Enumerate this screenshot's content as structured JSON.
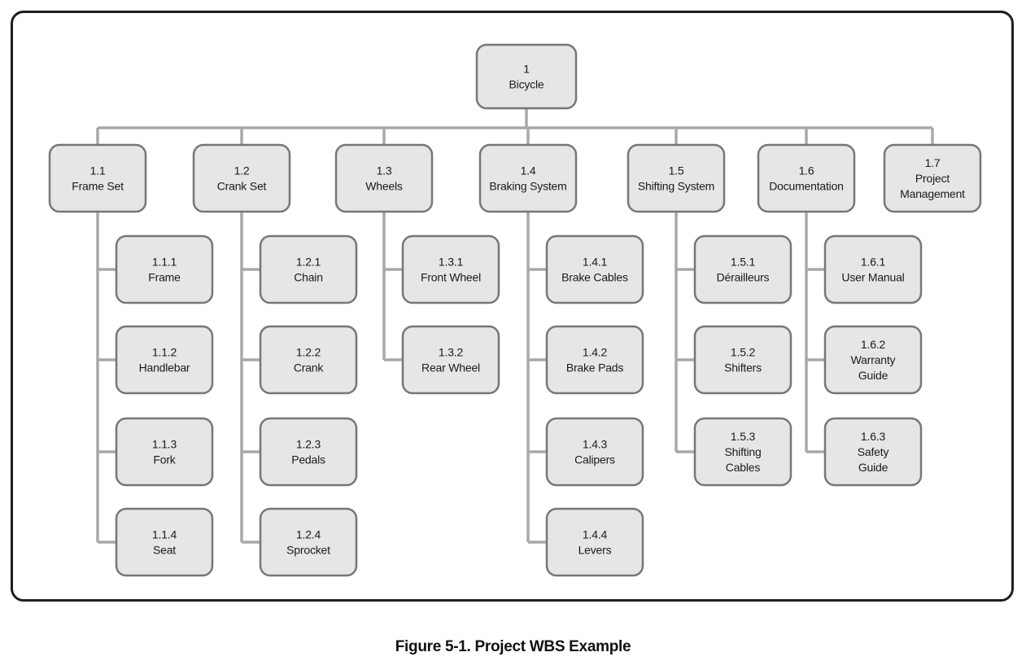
{
  "caption": "Figure 5-1. Project WBS Example",
  "colors": {
    "box_fill": "#e6e6e6",
    "box_border": "#777777",
    "connector": "#a9a9a9",
    "frame_border": "#1e1e1e"
  },
  "root": {
    "id": "1",
    "lines": [
      "1",
      "Bicycle"
    ]
  },
  "branches": [
    {
      "id": "1.1",
      "lines": [
        "1.1",
        "Frame Set"
      ],
      "children": [
        {
          "id": "1.1.1",
          "lines": [
            "1.1.1",
            "Frame"
          ]
        },
        {
          "id": "1.1.2",
          "lines": [
            "1.1.2",
            "Handlebar"
          ]
        },
        {
          "id": "1.1.3",
          "lines": [
            "1.1.3",
            "Fork"
          ]
        },
        {
          "id": "1.1.4",
          "lines": [
            "1.1.4",
            "Seat"
          ]
        }
      ]
    },
    {
      "id": "1.2",
      "lines": [
        "1.2",
        "Crank Set"
      ],
      "children": [
        {
          "id": "1.2.1",
          "lines": [
            "1.2.1",
            "Chain"
          ]
        },
        {
          "id": "1.2.2",
          "lines": [
            "1.2.2",
            "Crank"
          ]
        },
        {
          "id": "1.2.3",
          "lines": [
            "1.2.3",
            "Pedals"
          ]
        },
        {
          "id": "1.2.4",
          "lines": [
            "1.2.4",
            "Sprocket"
          ]
        }
      ]
    },
    {
      "id": "1.3",
      "lines": [
        "1.3",
        "Wheels"
      ],
      "children": [
        {
          "id": "1.3.1",
          "lines": [
            "1.3.1",
            "Front Wheel"
          ]
        },
        {
          "id": "1.3.2",
          "lines": [
            "1.3.2",
            "Rear Wheel"
          ]
        }
      ]
    },
    {
      "id": "1.4",
      "lines": [
        "1.4",
        "Braking System"
      ],
      "children": [
        {
          "id": "1.4.1",
          "lines": [
            "1.4.1",
            "Brake Cables"
          ]
        },
        {
          "id": "1.4.2",
          "lines": [
            "1.4.2",
            "Brake Pads"
          ]
        },
        {
          "id": "1.4.3",
          "lines": [
            "1.4.3",
            "Calipers"
          ]
        },
        {
          "id": "1.4.4",
          "lines": [
            "1.4.4",
            "Levers"
          ]
        }
      ]
    },
    {
      "id": "1.5",
      "lines": [
        "1.5",
        "Shifting System"
      ],
      "children": [
        {
          "id": "1.5.1",
          "lines": [
            "1.5.1",
            "Dérailleurs"
          ]
        },
        {
          "id": "1.5.2",
          "lines": [
            "1.5.2",
            "Shifters"
          ]
        },
        {
          "id": "1.5.3",
          "lines": [
            "1.5.3",
            "Shifting",
            "Cables"
          ]
        }
      ]
    },
    {
      "id": "1.6",
      "lines": [
        "1.6",
        "Documentation"
      ],
      "children": [
        {
          "id": "1.6.1",
          "lines": [
            "1.6.1",
            "User Manual"
          ]
        },
        {
          "id": "1.6.2",
          "lines": [
            "1.6.2",
            "Warranty",
            "Guide"
          ]
        },
        {
          "id": "1.6.3",
          "lines": [
            "1.6.3",
            "Safety",
            "Guide"
          ]
        }
      ]
    },
    {
      "id": "1.7",
      "lines": [
        "1.7",
        "Project",
        "Management"
      ],
      "children": []
    }
  ]
}
